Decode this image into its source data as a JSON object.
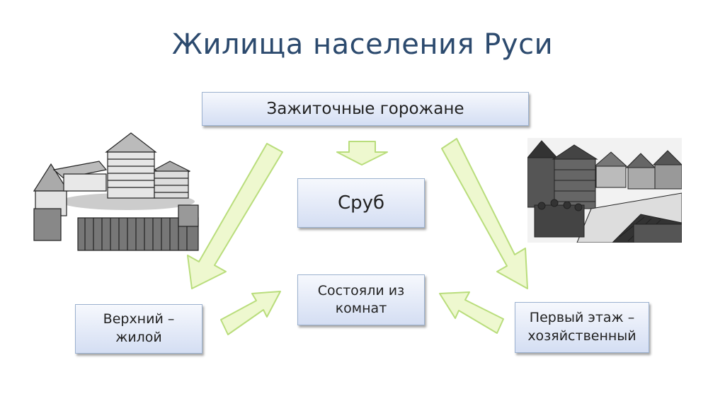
{
  "title": "Жилища населения Руси",
  "boxes": {
    "top": "Зажиточные горожане",
    "srub": "Сруб",
    "rooms_line1": "Состояли из",
    "rooms_line2": "комнат",
    "left_line1": "Верхний –",
    "left_line2": "жилой",
    "right_line1": "Первый этаж –",
    "right_line2": "хозяйственный"
  },
  "colors": {
    "title": "#2c4a6e",
    "arrow_fill": "#eef8cf",
    "arrow_stroke": "#b9dd7c",
    "box_top": "#f6f8fd",
    "box_bottom": "#d4def3"
  },
  "images": {
    "left": "wooden-homestead-illustration",
    "right": "old-town-street-illustration"
  }
}
